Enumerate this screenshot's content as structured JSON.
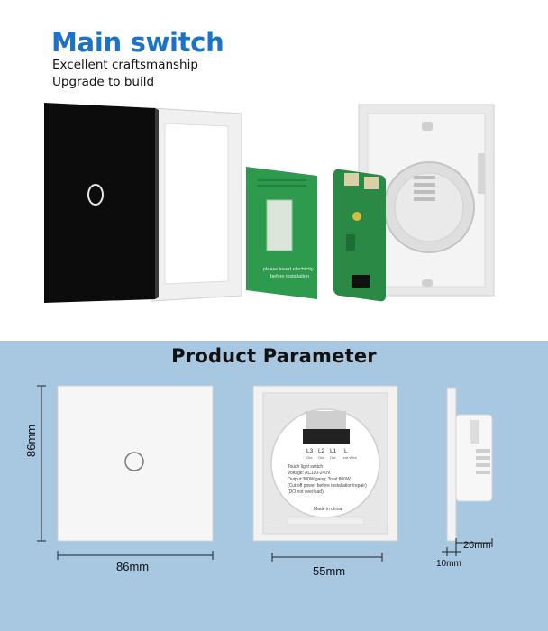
{
  "header": {
    "title": "Main switch",
    "line1": "Excellent craftsmanship",
    "line2": "Upgrade to build"
  },
  "pcb": {
    "warning_line1": "please insert electricity",
    "warning_line2": "before installation"
  },
  "parameters": {
    "title": "Product Parameter",
    "front_height": "86mm",
    "front_width": "86mm",
    "back_width": "55mm",
    "side_depth": "26mm",
    "side_thickness": "10mm"
  },
  "back_label": {
    "terminals": [
      "L3",
      "L2",
      "L1",
      "L"
    ],
    "terminal_subs": [
      "Out",
      "Out",
      "Out",
      "Live Wire"
    ],
    "lines": [
      "Touch light switch",
      "Voltage: AC110-240V",
      "Output:300W/gang; Total:800W",
      "(Cut off power before installation/repair)",
      "(DO not overload)",
      "Made in china"
    ]
  },
  "colors": {
    "title_blue": "#1a73c9",
    "panel_bg": "#a8c7e0",
    "glass_black": "#0c0c0c",
    "pcb_green": "#2e9a4e"
  }
}
